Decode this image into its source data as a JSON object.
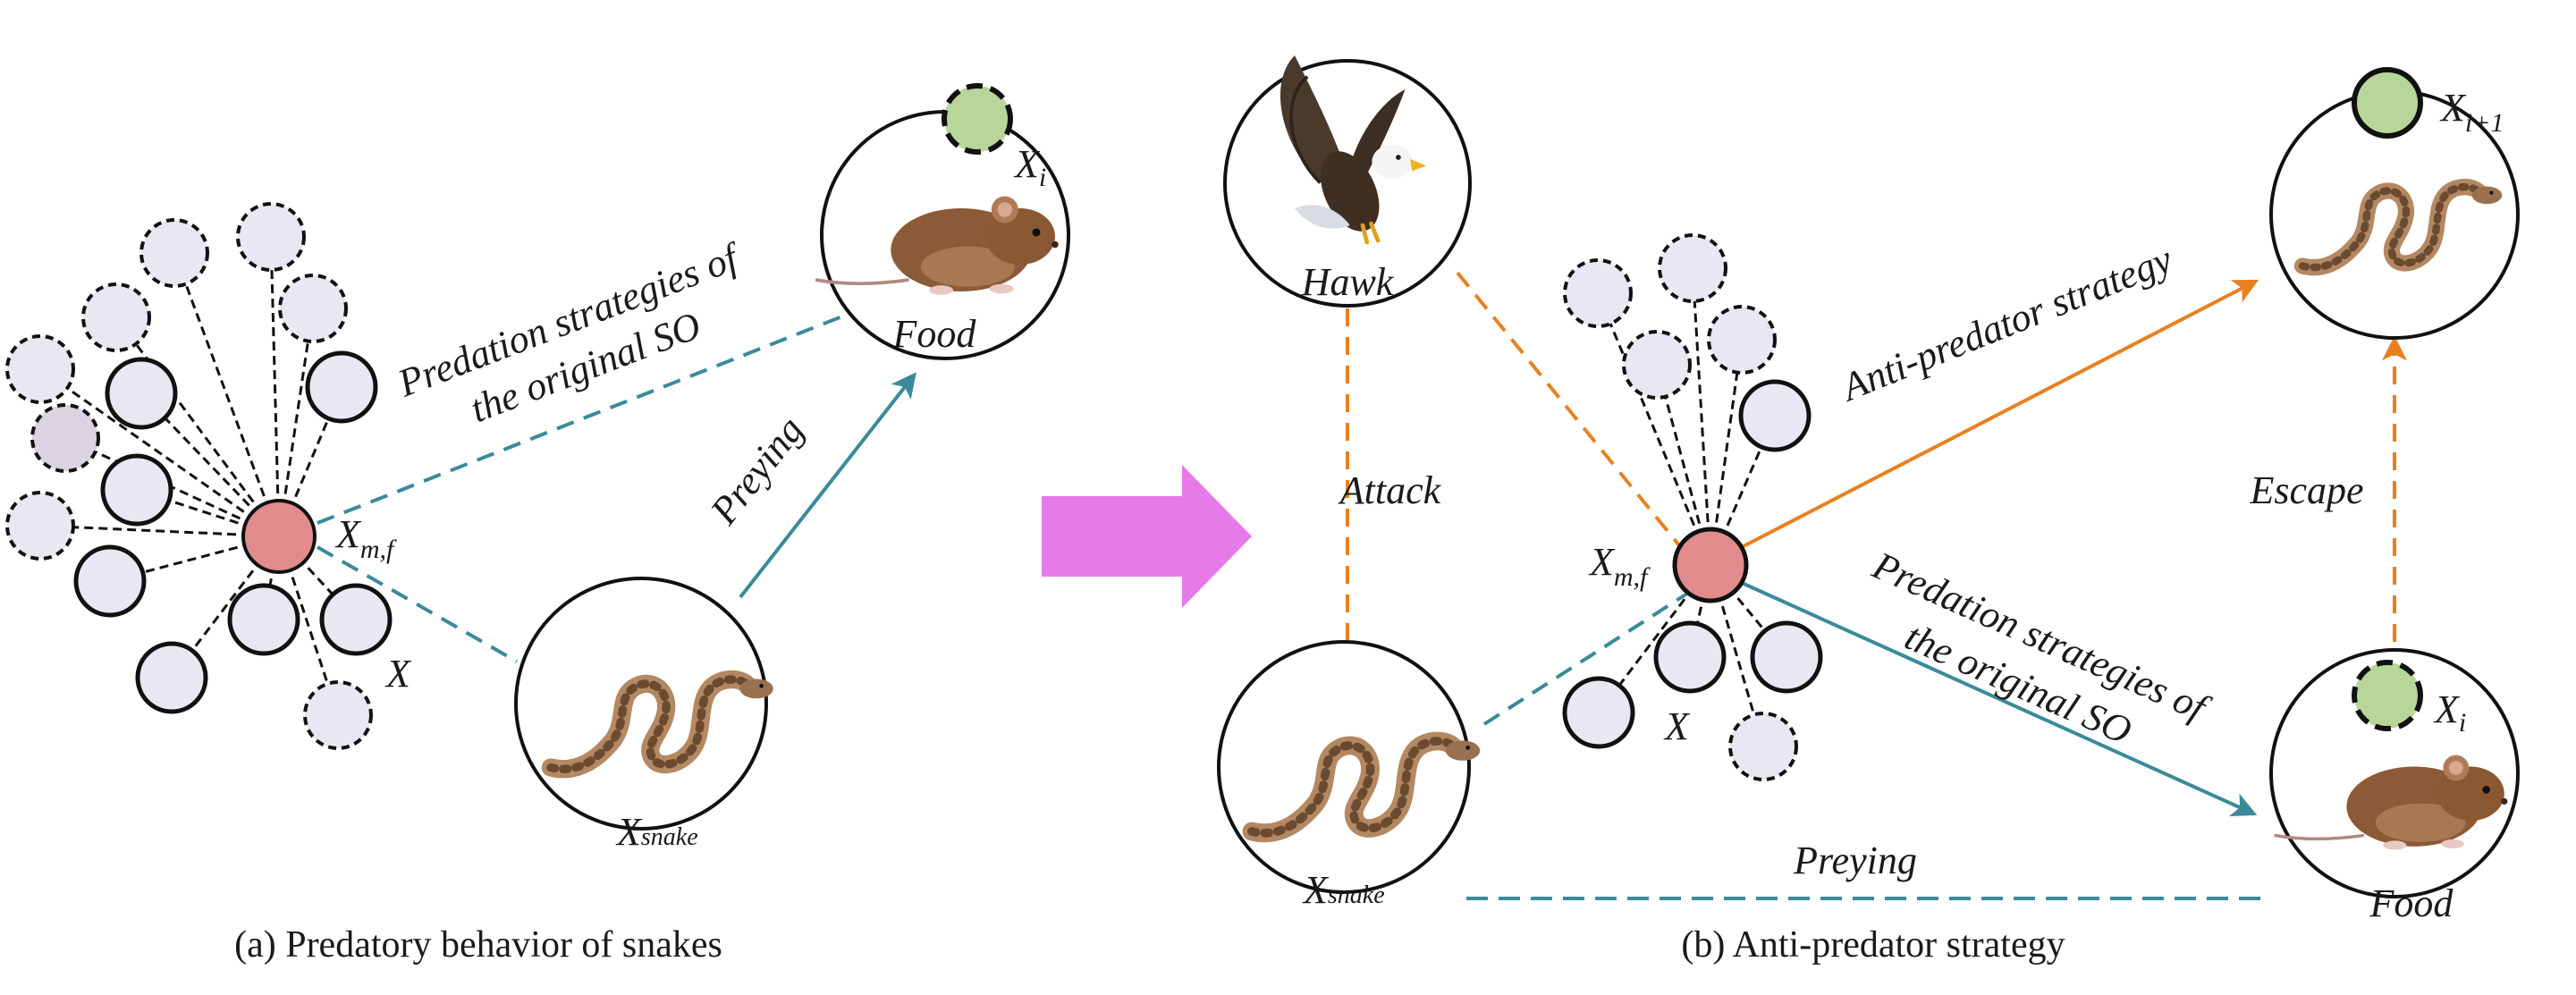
{
  "panel_a": {
    "caption": "(a) Predatory behavior of snakes",
    "food_label": "Food",
    "xi_label": "X",
    "xi_sub": "i",
    "xmf_label": "X",
    "xmf_sub": "m,f",
    "x_label": "X",
    "snake_label": "X",
    "snake_sub": "snake",
    "strategy_line1": "Predation strategies of",
    "strategy_line2": "the original SO",
    "preying_label": "Preying"
  },
  "panel_b": {
    "caption": "(b) Anti-predator strategy",
    "hawk_label": "Hawk",
    "attack_label": "Attack",
    "xmf_label": "X",
    "xmf_sub": "m,f",
    "x_label": "X",
    "snake_label": "X",
    "snake_sub": "snake",
    "anti_label": "Anti-predator strategy",
    "strategy_line1": "Predation strategies of",
    "strategy_line2": "the original SO",
    "escape_label": "Escape",
    "xi1_label": "X",
    "xi1_sub": "i+1",
    "xi_label": "X",
    "xi_sub": "i",
    "food_label": "Food",
    "preying_label": "Preying"
  },
  "colors": {
    "teal": "#3a8a9a",
    "orange": "#e8801f",
    "arrow_magenta": "#e67ae6",
    "best_node": "#e08c8c",
    "target_node": "#b9d69a",
    "node_fill": "#e9e7f1",
    "node_dark_fill": "#d9d3e2"
  }
}
